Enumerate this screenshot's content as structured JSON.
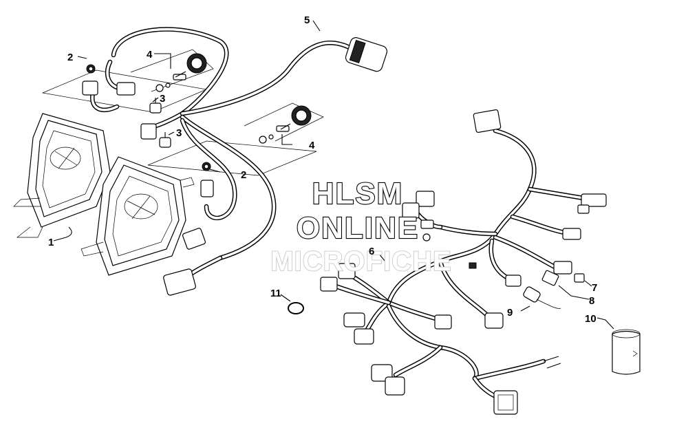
{
  "diagram": {
    "callouts": [
      {
        "id": "c1",
        "label": "1"
      },
      {
        "id": "c2a",
        "label": "2"
      },
      {
        "id": "c2b",
        "label": "2"
      },
      {
        "id": "c3a",
        "label": "3"
      },
      {
        "id": "c3b",
        "label": "3"
      },
      {
        "id": "c4a",
        "label": "4"
      },
      {
        "id": "c4b",
        "label": "4"
      },
      {
        "id": "c5",
        "label": "5"
      },
      {
        "id": "c6",
        "label": "6"
      },
      {
        "id": "c7",
        "label": "7"
      },
      {
        "id": "c8",
        "label": "8"
      },
      {
        "id": "c9",
        "label": "9"
      },
      {
        "id": "c10",
        "label": "10"
      },
      {
        "id": "c11",
        "label": "11"
      }
    ]
  },
  "watermark": {
    "line1": "HLSM",
    "line2": "ONLINE",
    "line3": "MICROFICHE"
  }
}
